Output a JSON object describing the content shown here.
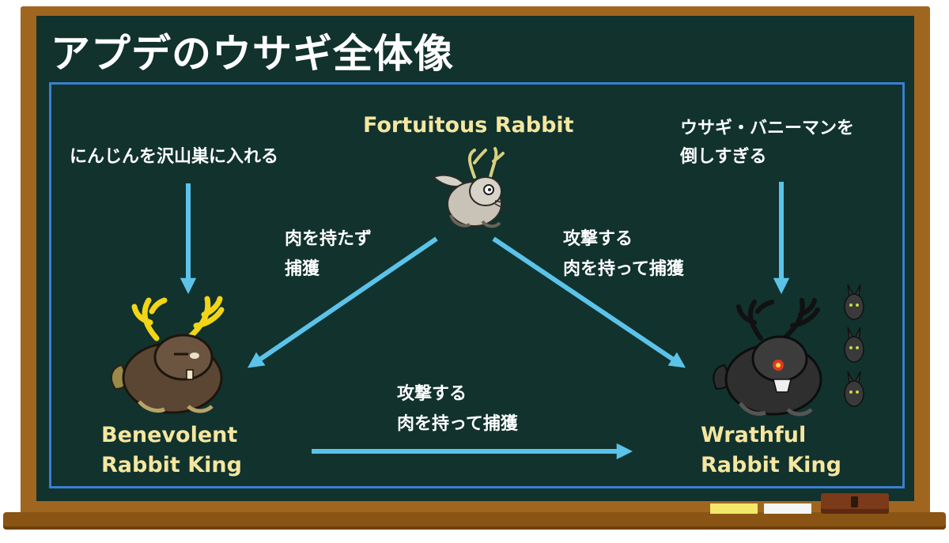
{
  "title": "アプデのウサギ全体像",
  "nodes": {
    "fortuitous": "Fortuitous Rabbit",
    "benevolent": [
      "Benevolent",
      "Rabbit King"
    ],
    "wrathful": [
      "Wrathful",
      "Rabbit King"
    ]
  },
  "conditions": {
    "left_top": "にんじんを沢山巣に入れる",
    "right_top": [
      "ウサギ・バニーマンを",
      "倒しすぎる"
    ],
    "to_benevolent": [
      "肉を持たず",
      "捕獲"
    ],
    "to_wrathful": [
      "攻撃する",
      "肉を持って捕獲"
    ],
    "benevolent_to_wrathful": [
      "攻撃する",
      "肉を持って捕獲"
    ]
  },
  "icons": {
    "fortuitous": "fortuitous-rabbit-icon",
    "benevolent": "benevolent-rabbit-king-icon",
    "wrathful": "wrathful-rabbit-king-icon",
    "bunnymen": "bunnyman-icon"
  },
  "colors": {
    "board": "#11322d",
    "frame": "#a0661f",
    "panel_border": "#3a7fd0",
    "arrow": "#5bc3ea",
    "name_text": "#f5e6a0",
    "body_text": "#ffffff"
  }
}
